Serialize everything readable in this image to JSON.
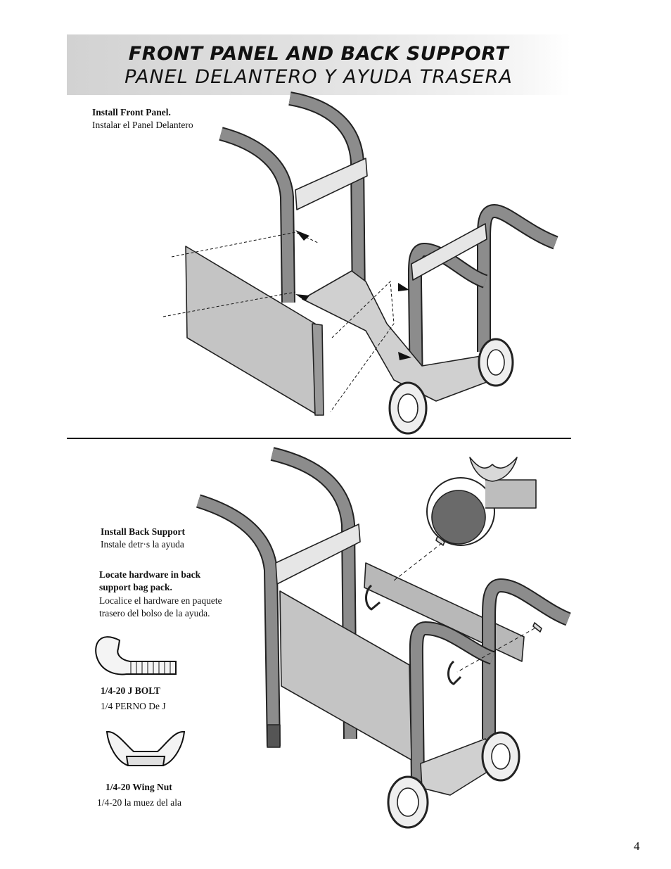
{
  "header": {
    "title_en": "FRONT PANEL AND BACK SUPPORT",
    "title_es": "PANEL DELANTERO Y AYUDA TRASERA"
  },
  "section1": {
    "heading": "Install Front Panel.",
    "subheading": "Instalar el Panel Delantero"
  },
  "section2": {
    "heading": "Install Back Support",
    "subheading": "Instale detr·s la ayuda",
    "hardware_heading_line1": "Locate hardware in back",
    "hardware_heading_line2": "support bag pack.",
    "hardware_sub_line1": "Localice el hardware en paquete",
    "hardware_sub_line2": "trasero del bolso de la ayuda."
  },
  "parts": {
    "jbolt_label": "1/4-20 J BOLT",
    "jbolt_sublabel": "1/4 PERNO De J",
    "wingnut_label": "1/4-20 Wing Nut",
    "wingnut_sublabel": "1/4-20 la muez del ala"
  },
  "footer": {
    "page_number": "4"
  },
  "colors": {
    "tube": "#8c8c8c",
    "panel": "#c4c4c4",
    "header_bg": "#d6d6d6"
  }
}
